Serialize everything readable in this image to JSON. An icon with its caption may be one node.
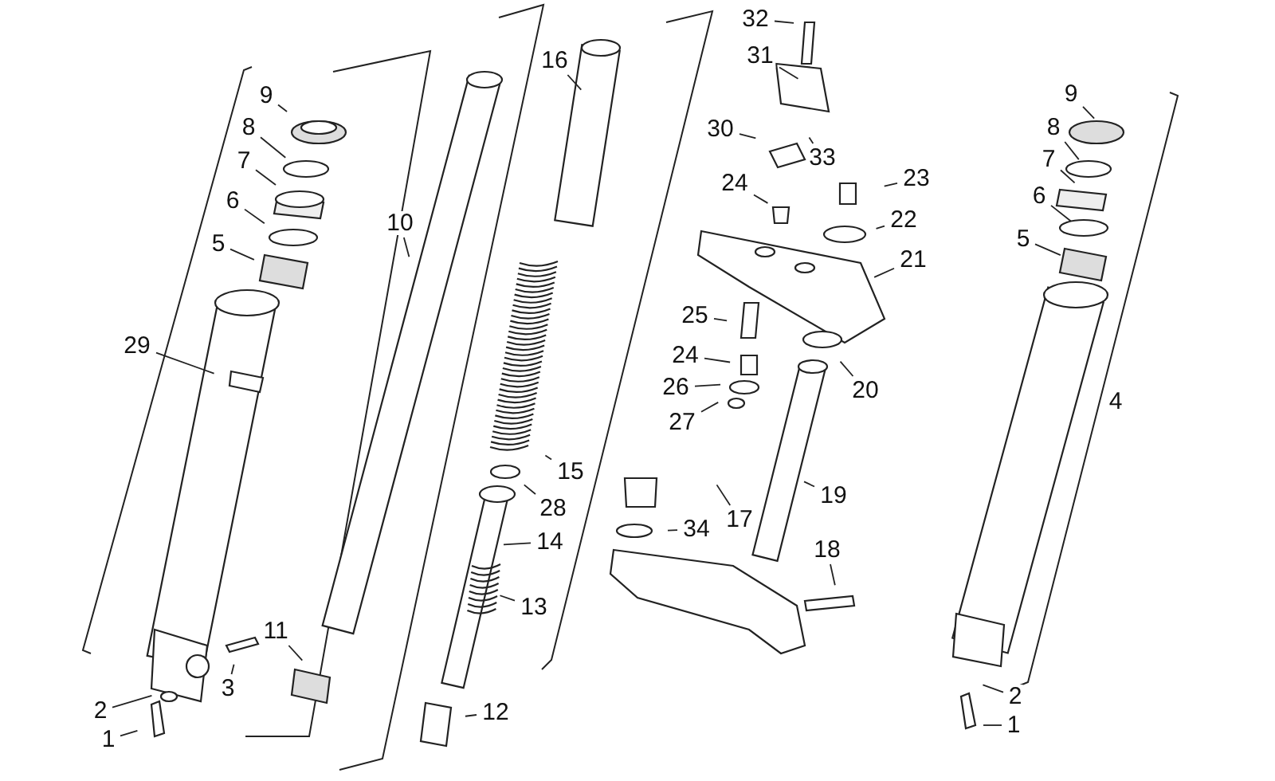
{
  "diagram": {
    "nodes": [
      {
        "text": [
          "9"
        ]
      },
      {
        "text": [
          "8"
        ]
      },
      {
        "text": [
          "7"
        ]
      },
      {
        "text": [
          "6"
        ]
      },
      {
        "text": [
          "5"
        ]
      },
      {
        "text": [
          "29"
        ]
      },
      {
        "text": [
          "3"
        ]
      },
      {
        "text": [
          "2"
        ]
      },
      {
        "text": [
          "1"
        ]
      },
      {
        "text": [
          "10"
        ]
      },
      {
        "text": [
          "11"
        ]
      },
      {
        "text": [
          "12"
        ]
      },
      {
        "text": [
          "13"
        ]
      },
      {
        "text": [
          "14"
        ]
      },
      {
        "text": [
          "15"
        ]
      },
      {
        "text": [
          "28"
        ]
      },
      {
        "text": [
          "16"
        ]
      },
      {
        "text": [
          "32"
        ]
      },
      {
        "text": [
          "31"
        ]
      },
      {
        "text": [
          "30"
        ]
      },
      {
        "text": [
          "33"
        ]
      },
      {
        "text": [
          "24"
        ]
      },
      {
        "text": [
          "23"
        ]
      },
      {
        "text": [
          "22"
        ]
      },
      {
        "text": [
          "21"
        ]
      },
      {
        "text": [
          "25"
        ]
      },
      {
        "text": [
          "24"
        ]
      },
      {
        "text": [
          "26"
        ]
      },
      {
        "text": [
          "27"
        ]
      },
      {
        "text": [
          "20"
        ]
      },
      {
        "text": [
          "19"
        ]
      },
      {
        "text": [
          "34"
        ]
      },
      {
        "text": [
          "17"
        ]
      },
      {
        "text": [
          "18"
        ]
      },
      {
        "text": [
          "9"
        ]
      },
      {
        "text": [
          "8"
        ]
      },
      {
        "text": [
          "7"
        ]
      },
      {
        "text": [
          "6"
        ]
      },
      {
        "text": [
          "5"
        ]
      },
      {
        "text": [
          "4"
        ]
      },
      {
        "text": [
          "2"
        ]
      },
      {
        "text": [
          "1"
        ]
      }
    ],
    "edges": [
      {
        "from": 0,
        "to": null,
        "arrow": "none"
      },
      {
        "from": 1,
        "to": null,
        "arrow": "none"
      },
      {
        "from": 2,
        "to": null,
        "arrow": "none"
      },
      {
        "from": 3,
        "to": null,
        "arrow": "none"
      },
      {
        "from": 4,
        "to": null,
        "arrow": "none"
      },
      {
        "from": 5,
        "to": null,
        "arrow": "none"
      },
      {
        "from": 6,
        "to": null,
        "arrow": "none"
      },
      {
        "from": 7,
        "to": null,
        "arrow": "none"
      },
      {
        "from": 8,
        "to": null,
        "arrow": "none"
      },
      {
        "from": 9,
        "to": null,
        "arrow": "none"
      },
      {
        "from": 10,
        "to": null,
        "arrow": "none"
      },
      {
        "from": 11,
        "to": null,
        "arrow": "none"
      },
      {
        "from": 12,
        "to": null,
        "arrow": "none"
      },
      {
        "from": 13,
        "to": null,
        "arrow": "none"
      },
      {
        "from": 14,
        "to": null,
        "arrow": "none"
      },
      {
        "from": 15,
        "to": null,
        "arrow": "none"
      },
      {
        "from": 16,
        "to": null,
        "arrow": "none"
      },
      {
        "from": 17,
        "to": null,
        "arrow": "none"
      },
      {
        "from": 18,
        "to": null,
        "arrow": "none"
      },
      {
        "from": 19,
        "to": null,
        "arrow": "none"
      },
      {
        "from": 20,
        "to": null,
        "arrow": "none"
      },
      {
        "from": 21,
        "to": null,
        "arrow": "none"
      },
      {
        "from": 22,
        "to": null,
        "arrow": "none"
      },
      {
        "from": 23,
        "to": null,
        "arrow": "none"
      },
      {
        "from": 24,
        "to": null,
        "arrow": "none"
      },
      {
        "from": 25,
        "to": null,
        "arrow": "none"
      },
      {
        "from": 26,
        "to": null,
        "arrow": "none"
      },
      {
        "from": 27,
        "to": null,
        "arrow": "none"
      },
      {
        "from": 28,
        "to": null,
        "arrow": "none"
      },
      {
        "from": 29,
        "to": null,
        "arrow": "none"
      },
      {
        "from": 30,
        "to": null,
        "arrow": "none"
      },
      {
        "from": 31,
        "to": null,
        "arrow": "none"
      },
      {
        "from": 32,
        "to": null,
        "arrow": "none"
      },
      {
        "from": 33,
        "to": null,
        "arrow": "none"
      },
      {
        "from": 34,
        "to": null,
        "arrow": "none"
      },
      {
        "from": 35,
        "to": null,
        "arrow": "none"
      },
      {
        "from": 36,
        "to": null,
        "arrow": "none"
      },
      {
        "from": 37,
        "to": null,
        "arrow": "none"
      },
      {
        "from": 38,
        "to": null,
        "arrow": "none"
      },
      {
        "from": 40,
        "to": null,
        "arrow": "none"
      },
      {
        "from": 41,
        "to": null,
        "arrow": "none"
      }
    ]
  }
}
